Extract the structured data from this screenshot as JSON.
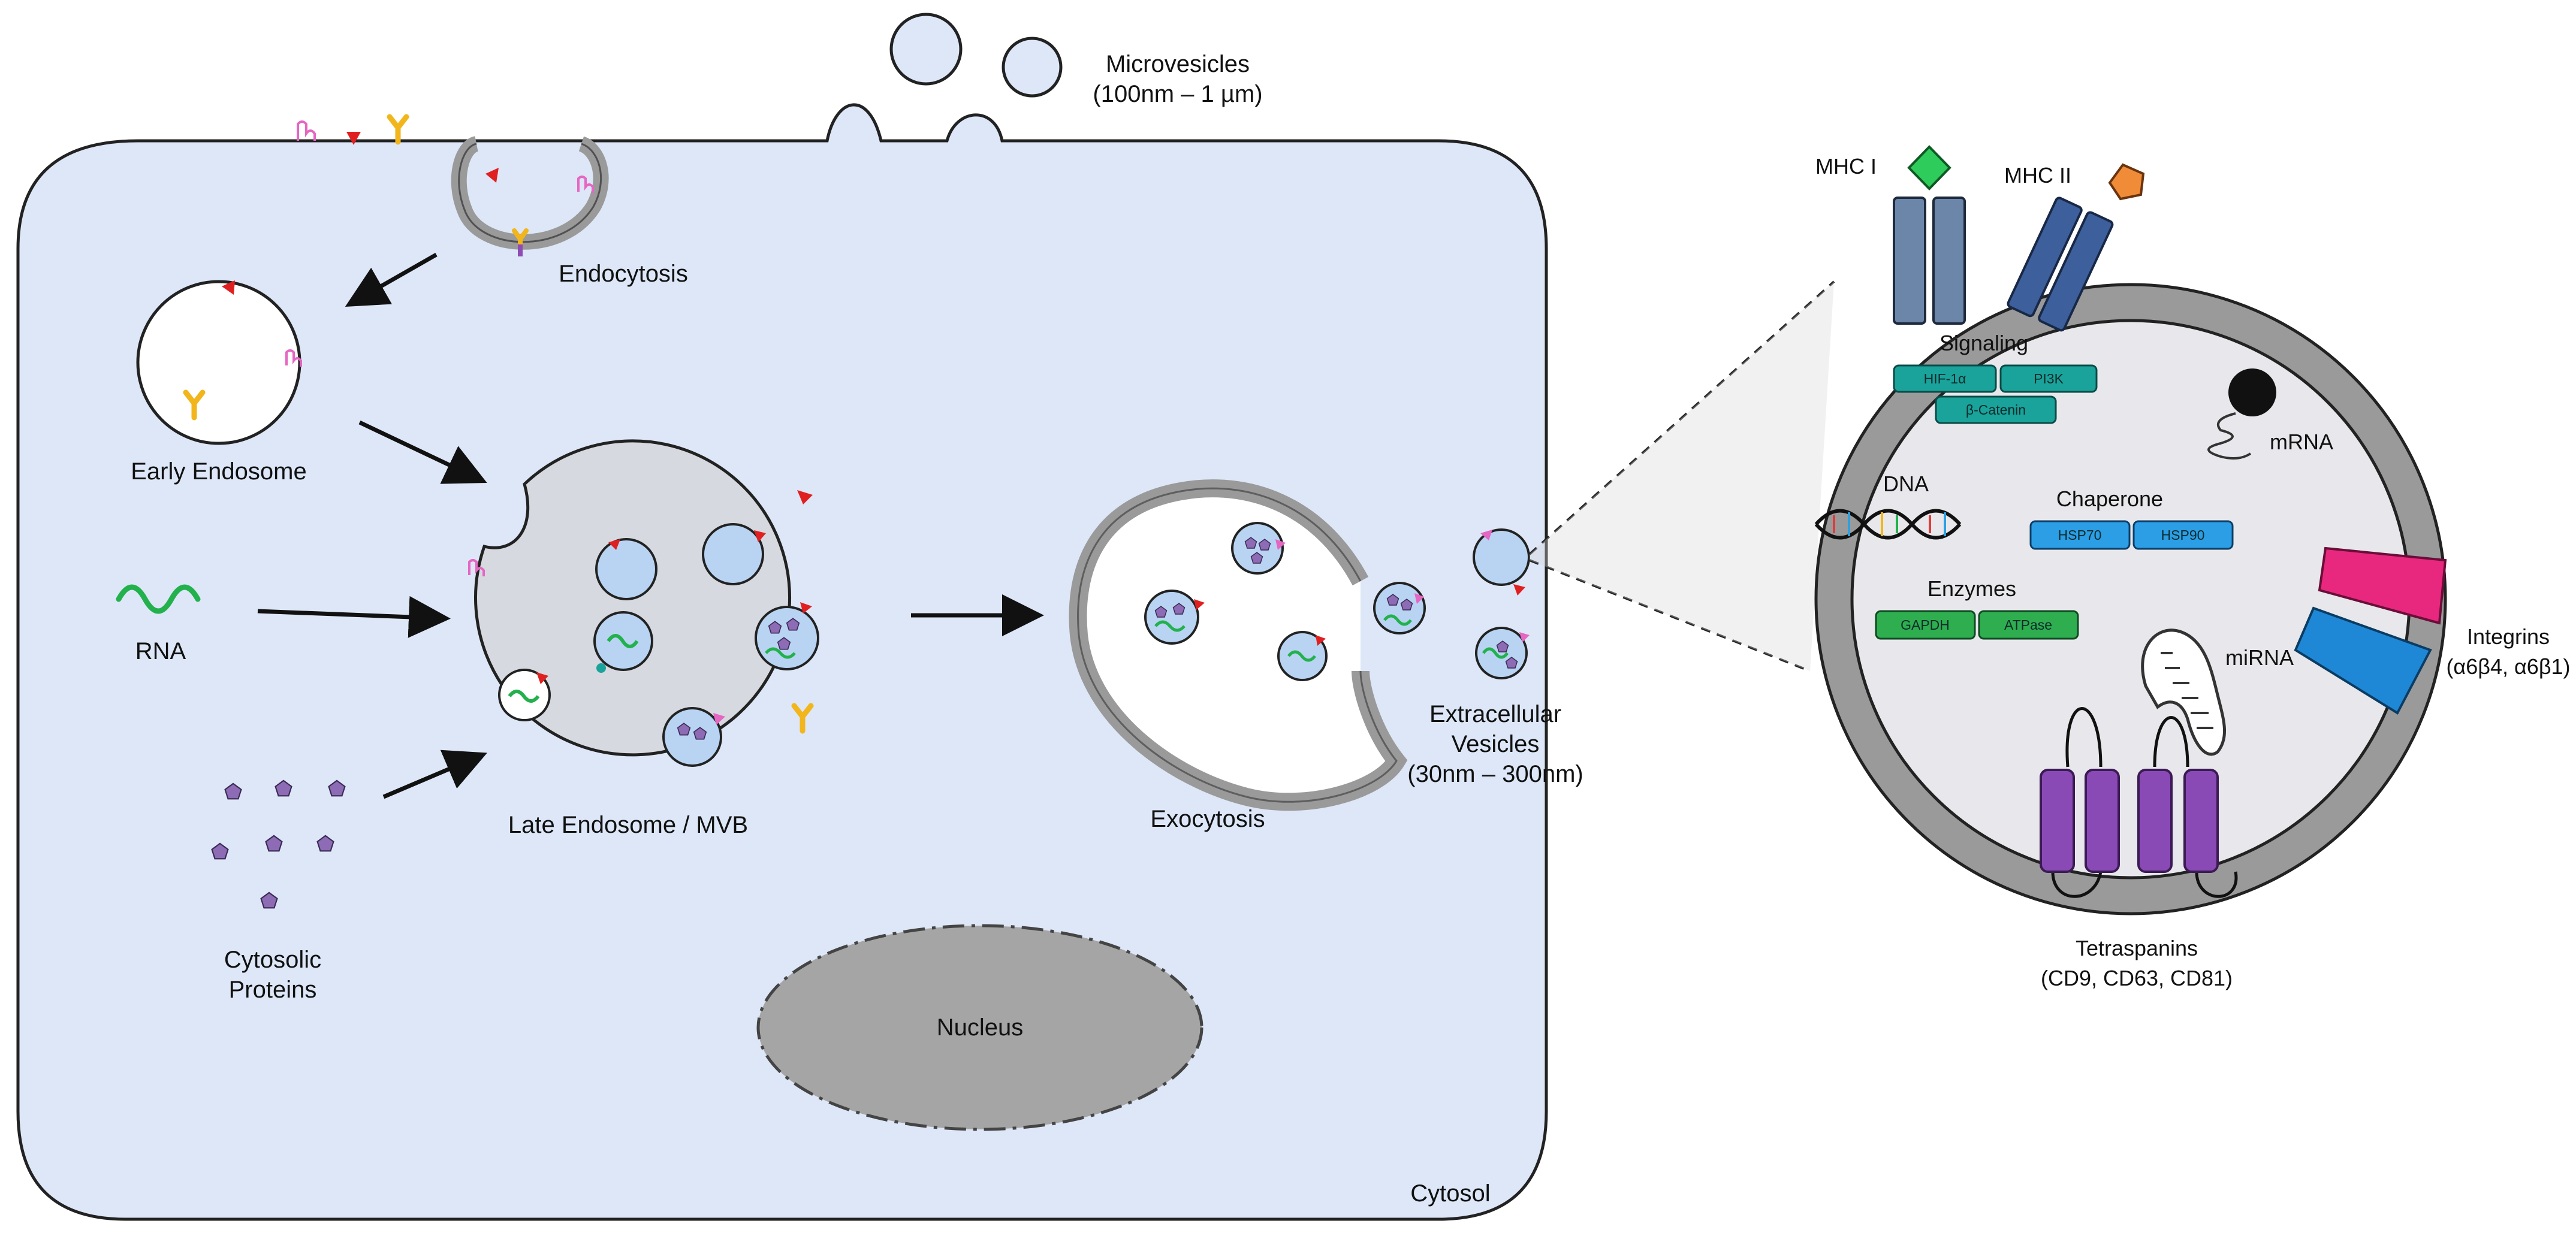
{
  "labels": {
    "microvesicles": "Microvesicles",
    "microvesicles_size": "(100nm – 1 µm)",
    "endocytosis": "Endocytosis",
    "early_endosome": "Early Endosome",
    "rna": "RNA",
    "late_endosome": "Late Endosome / MVB",
    "cytosolic_proteins_line1": "Cytosolic",
    "cytosolic_proteins_line2": "Proteins",
    "exocytosis": "Exocytosis",
    "extracellular_vesicles_line1": "Extracellular",
    "extracellular_vesicles_line2": "Vesicles",
    "extracellular_vesicles_size": "(30nm – 300nm)",
    "nucleus": "Nucleus",
    "cytosol": "Cytosol"
  },
  "vesicle_detail": {
    "mhc1": "MHC I",
    "mhc2": "MHC II",
    "signaling": "Signaling",
    "signaling_chips": [
      "HIF-1α",
      "PI3K",
      "β-Catenin"
    ],
    "mrna": "mRNA",
    "dna": "DNA",
    "chaperone": "Chaperone",
    "chaperone_chips": [
      "HSP70",
      "HSP90"
    ],
    "enzymes": "Enzymes",
    "enzyme_chips": [
      "GAPDH",
      "ATPase"
    ],
    "mirna": "miRNA",
    "integrins": "Integrins",
    "integrins_detail": "(α6β4, α6β1)",
    "tetraspanins": "Tetraspanins",
    "tetraspanins_detail": "(CD9, CD63, CD81)"
  },
  "colors": {
    "cytoplasm": "#dde7f7",
    "vesicle_blue": "#b9d4f2",
    "mvb_grey": "#d6d9df",
    "membrane_grey": "#9a9a9a",
    "signaling_teal": "#1aa39a",
    "chaperone_blue": "#2b9ee6",
    "enzyme_green": "#2fae4f",
    "tetraspanin_purple": "#8a4ab5",
    "rna_green": "#22b14c",
    "protein_purple": "#8e6bb5"
  }
}
